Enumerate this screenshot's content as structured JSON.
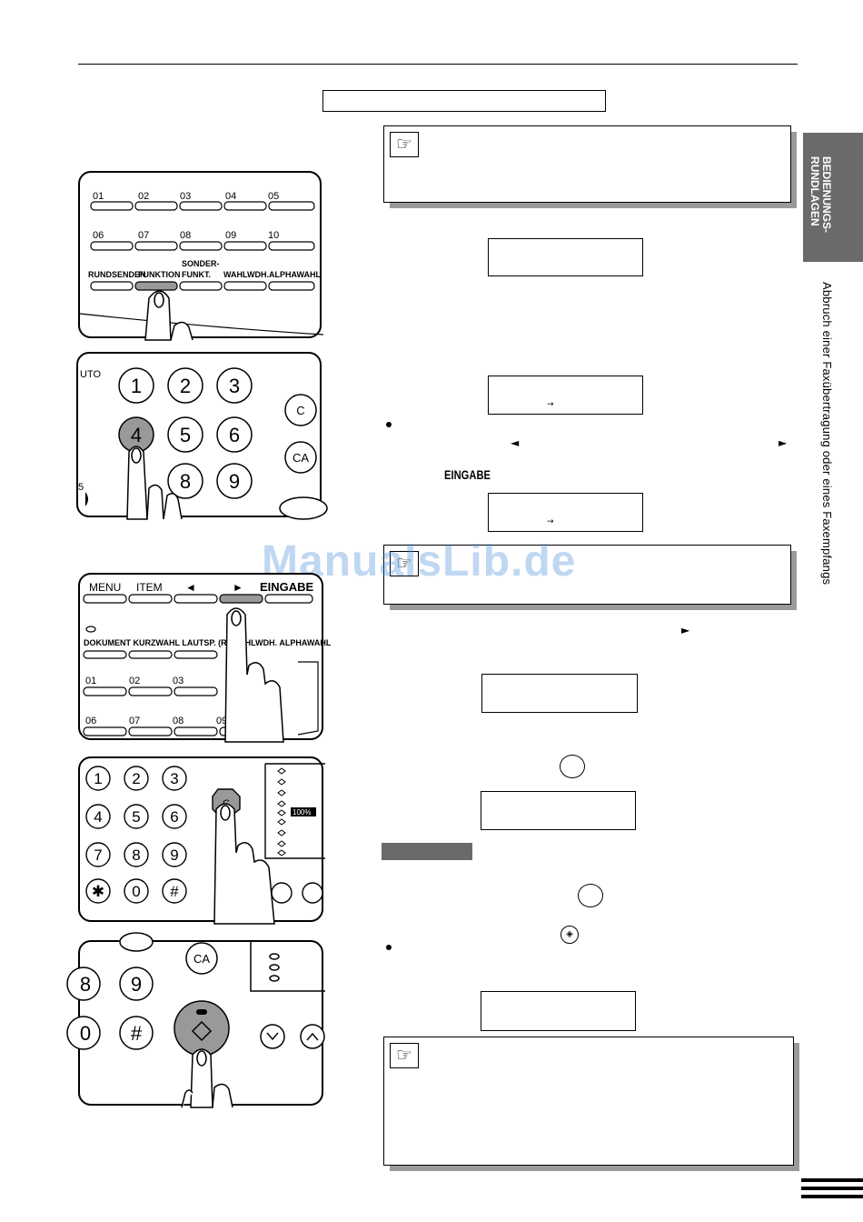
{
  "sidebar": {
    "tab_label": "BEDIENUNGS-\nRUNDLAGEN",
    "vertical_text": "Abbruch einer Faxübertragung oder eines Faxempfangs"
  },
  "panel1": {
    "row1": [
      "01",
      "02",
      "03",
      "04",
      "05"
    ],
    "row2": [
      "06",
      "07",
      "08",
      "09",
      "10"
    ],
    "sonder_label": "SONDER-",
    "function_labels": [
      "RUNDSENDEN",
      "FUNKTION",
      "FUNKT.",
      "WAHLWDH.",
      "ALPHAWAHL"
    ]
  },
  "panel2": {
    "edge_text": "UTO",
    "edge_digit": "5",
    "keys": [
      "1",
      "2",
      "3",
      "4",
      "5",
      "6",
      "8",
      "9"
    ],
    "side_keys": [
      "C",
      "CA"
    ]
  },
  "panel3": {
    "top_labels": [
      "MENU",
      "ITEM",
      "◄",
      "►",
      "EINGABE"
    ],
    "function_labels": "DOKUMENT KURZWAHL LAUTSP. (R) WAHLWDH. ALPHAWAHL",
    "row1": [
      "01",
      "02",
      "03"
    ],
    "row2": [
      "06",
      "07",
      "08",
      "09"
    ]
  },
  "panel4": {
    "keys": [
      "1",
      "2",
      "3",
      "4",
      "5",
      "6",
      "7",
      "8",
      "9",
      "✱",
      "0",
      "#"
    ],
    "c_key": "C",
    "level_badge": "100%"
  },
  "panel5": {
    "ca_key": "CA",
    "keys": [
      "8",
      "9",
      "0",
      "#"
    ]
  },
  "instructions": {
    "eingabe_word": "EINGABE",
    "lcd_arrow": "→"
  },
  "watermark": "ManualsLib.de"
}
